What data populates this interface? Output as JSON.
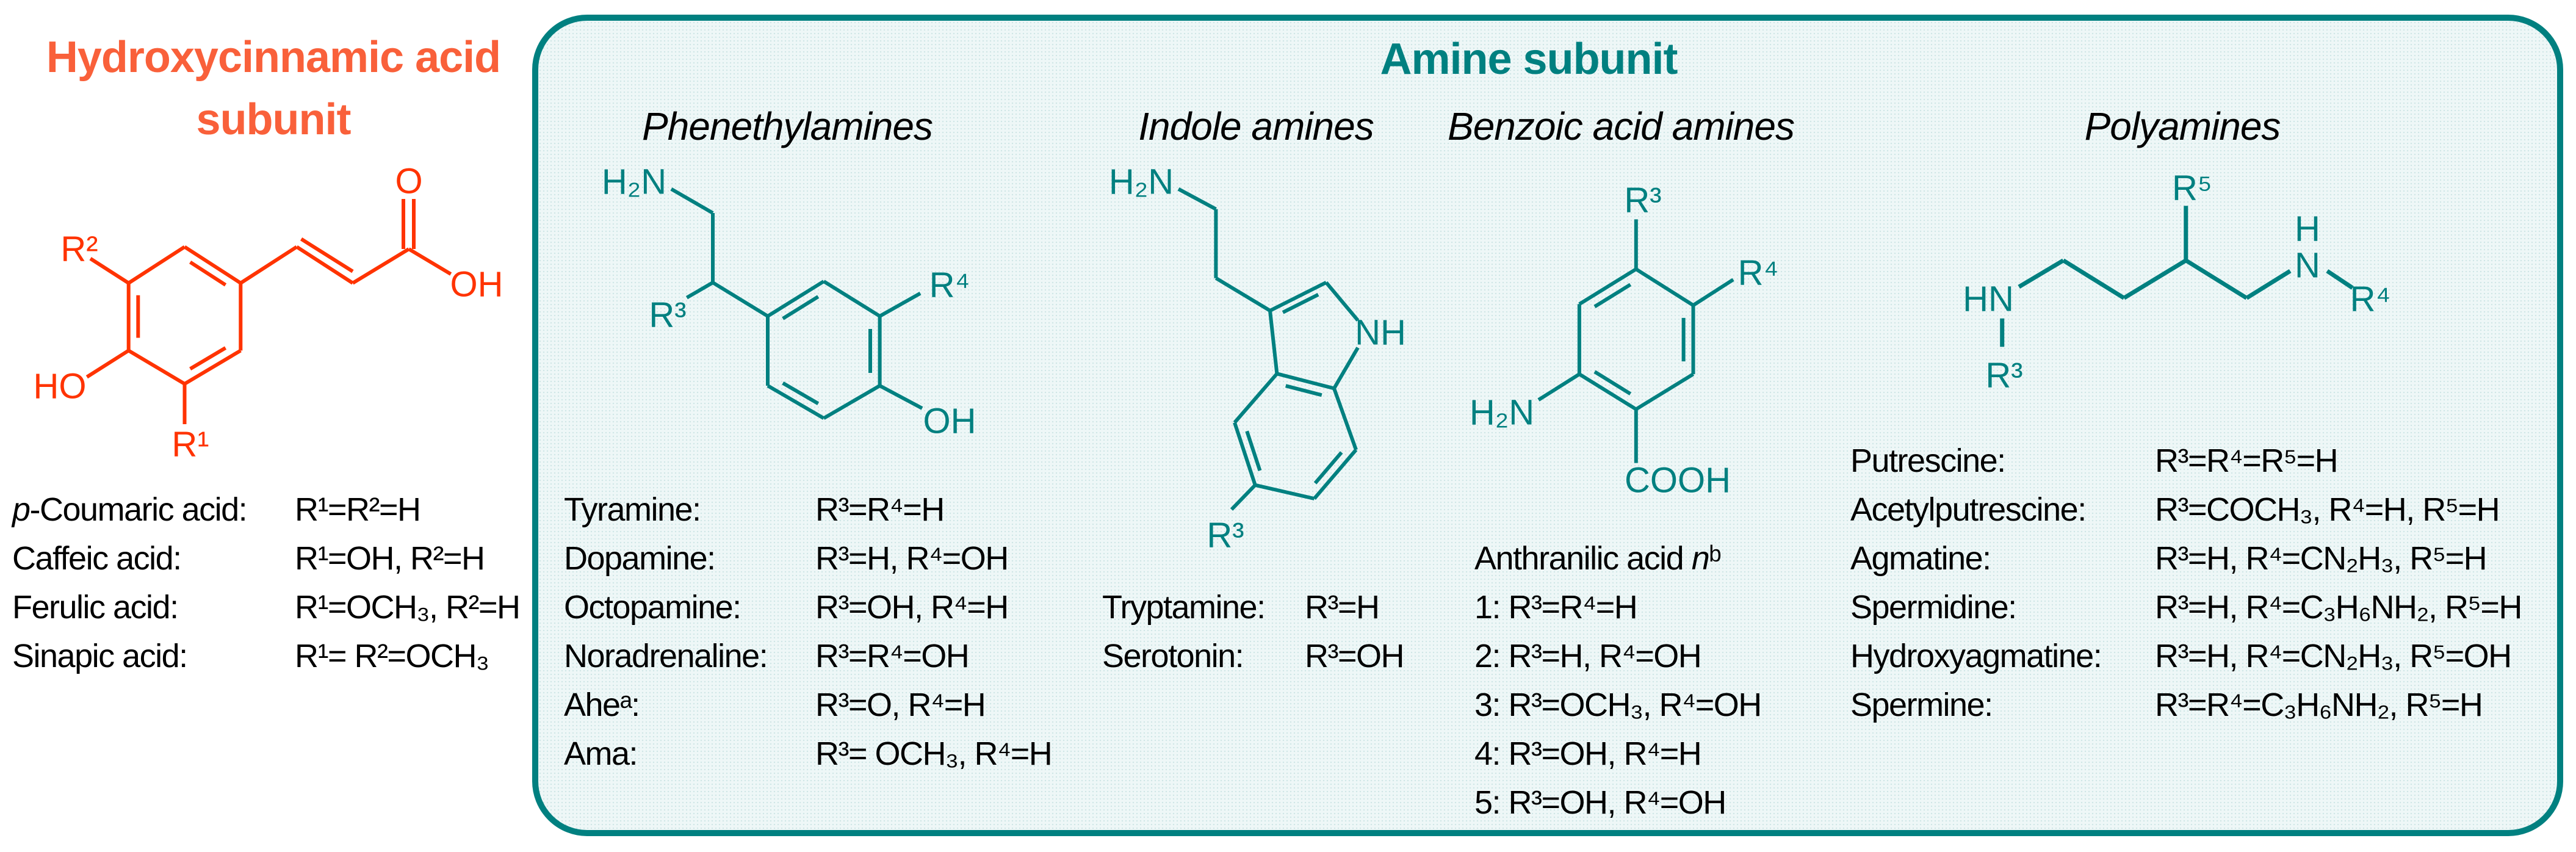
{
  "colors": {
    "hydroxycinnamic_title": "#F9603A",
    "hydroxycinnamic_structure": "#FF3300",
    "amine": "#008080",
    "text": "#000000"
  },
  "hydroxycinnamic": {
    "title_line1": "Hydroxycinnamic acid",
    "title_line2": "subunit",
    "structure_labels": {
      "R2": "R²",
      "R1": "R¹",
      "HO": "HO",
      "O": "O",
      "OH": "OH"
    },
    "compounds": [
      {
        "prefix": "p",
        "name": "-Coumaric acid:",
        "formula": "R¹=R²=H"
      },
      {
        "prefix": "",
        "name": "Caffeic acid:",
        "formula": "R¹=OH, R²=H"
      },
      {
        "prefix": "",
        "name": "Ferulic acid:",
        "formula": "R¹=OCH₃, R²=H"
      },
      {
        "prefix": "",
        "name": "Sinapic acid:",
        "formula": "R¹= R²=OCH₃"
      }
    ]
  },
  "amine": {
    "title": "Amine subunit",
    "phenethylamines": {
      "header": "Phenethylamines",
      "structure_labels": {
        "H2N": "H₂N",
        "R3": "R³",
        "R4": "R⁴",
        "OH": "OH"
      },
      "compounds": [
        {
          "name": "Tyramine:",
          "formula": "R³=R⁴=H"
        },
        {
          "name": "Dopamine:",
          "formula": "R³=H, R⁴=OH"
        },
        {
          "name": "Octopamine:",
          "formula": "R³=OH, R⁴=H"
        },
        {
          "name": "Noradrenaline:",
          "formula": "R³=R⁴=OH"
        },
        {
          "name": "Aheᵃ:",
          "formula": "R³=O, R⁴=H"
        },
        {
          "name": "Ama:",
          "formula": "R³= OCH₃, R⁴=H"
        }
      ]
    },
    "indole_amines": {
      "header": "Indole amines",
      "structure_labels": {
        "H2N": "H₂N",
        "NH": "NH",
        "R3": "R³"
      },
      "compounds": [
        {
          "name": "Tryptamine:",
          "formula": "R³=H"
        },
        {
          "name": "Serotonin:",
          "formula": "R³=OH"
        }
      ]
    },
    "benzoic_acid_amines": {
      "header": "Benzoic acid amines",
      "structure_labels": {
        "R3": "R³",
        "R4": "R⁴",
        "H2N": "H₂N",
        "COOH": "COOH"
      },
      "list_title": "Anthranilic acid ",
      "list_title_italic": "n",
      "list_title_sup": "ᵇ",
      "compounds": [
        {
          "formula": "1: R³=R⁴=H"
        },
        {
          "formula": "2: R³=H, R⁴=OH"
        },
        {
          "formula": "3: R³=OCH₃, R⁴=OH"
        },
        {
          "formula": "4: R³=OH, R⁴=H"
        },
        {
          "formula": "5: R³=OH, R⁴=OH"
        }
      ]
    },
    "polyamines": {
      "header": "Polyamines",
      "structure_labels": {
        "HN": "HN",
        "R3": "R³",
        "R5": "R⁵",
        "H": "H",
        "N": "N",
        "R4": "R⁴"
      },
      "compounds": [
        {
          "name": "Putrescine:",
          "formula": "R³=R⁴=R⁵=H"
        },
        {
          "name": "Acetylputrescine:",
          "formula": "R³=COCH₃, R⁴=H, R⁵=H"
        },
        {
          "name": "Agmatine:",
          "formula": "R³=H, R⁴=CN₂H₃, R⁵=H"
        },
        {
          "name": "Spermidine:",
          "formula": "R³=H, R⁴=C₃H₆NH₂, R⁵=H"
        },
        {
          "name": "Hydroxyagmatine:",
          "formula": "R³=H, R⁴=CN₂H₃, R⁵=OH"
        },
        {
          "name": "Spermine:",
          "formula": "R³=R⁴=C₃H₆NH₂, R⁵=H"
        }
      ]
    }
  }
}
